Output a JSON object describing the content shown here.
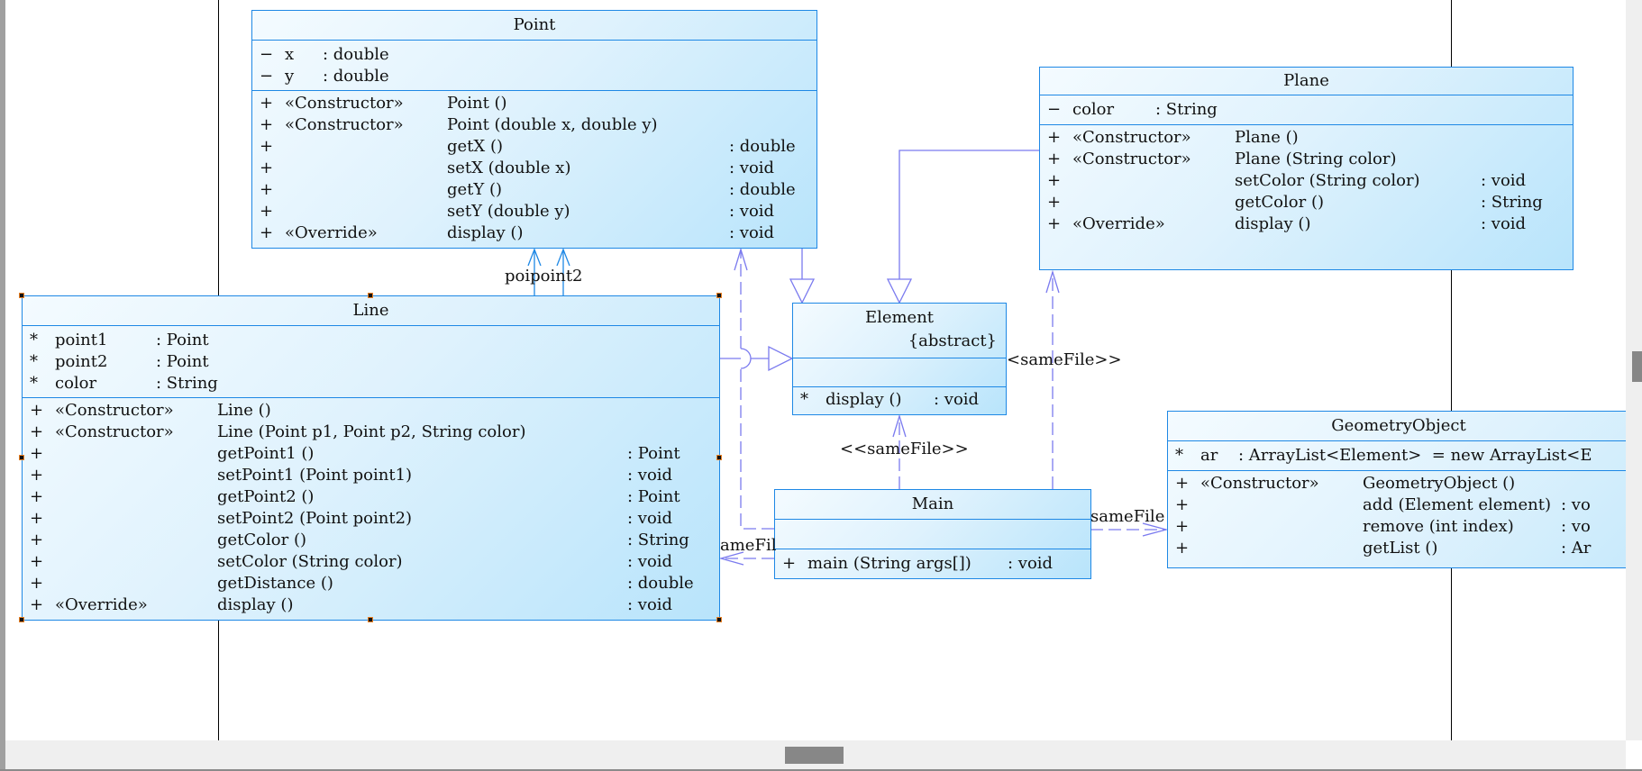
{
  "classes": {
    "point": {
      "name": "Point",
      "attributes": [
        {
          "vis": "−",
          "name": "x",
          "type": ": double"
        },
        {
          "vis": "−",
          "name": "y",
          "type": ": double"
        }
      ],
      "methods": [
        {
          "vis": "+",
          "stereo": "<<Constructor>>",
          "sig": "Point ()",
          "ret": ""
        },
        {
          "vis": "+",
          "stereo": "<<Constructor>>",
          "sig": "Point (double x, double y)",
          "ret": ""
        },
        {
          "vis": "+",
          "stereo": "",
          "sig": "getX ()",
          "ret": ": double"
        },
        {
          "vis": "+",
          "stereo": "",
          "sig": "setX (double x)",
          "ret": ": void"
        },
        {
          "vis": "+",
          "stereo": "",
          "sig": "getY ()",
          "ret": ": double"
        },
        {
          "vis": "+",
          "stereo": "",
          "sig": "setY (double y)",
          "ret": ": void"
        },
        {
          "vis": "+",
          "stereo": "<<Override>>",
          "sig": "display ()",
          "ret": ": void"
        }
      ]
    },
    "line": {
      "name": "Line",
      "attributes": [
        {
          "vis": "*",
          "name": "point1",
          "type": ": Point"
        },
        {
          "vis": "*",
          "name": "point2",
          "type": ": Point"
        },
        {
          "vis": "*",
          "name": "color",
          "type": ": String"
        }
      ],
      "methods": [
        {
          "vis": "+",
          "stereo": "<<Constructor>>",
          "sig": "Line ()",
          "ret": ""
        },
        {
          "vis": "+",
          "stereo": "<<Constructor>>",
          "sig": "Line (Point p1, Point p2, String color)",
          "ret": ""
        },
        {
          "vis": "+",
          "stereo": "",
          "sig": "getPoint1 ()",
          "ret": ": Point"
        },
        {
          "vis": "+",
          "stereo": "",
          "sig": "setPoint1 (Point point1)",
          "ret": ": void"
        },
        {
          "vis": "+",
          "stereo": "",
          "sig": "getPoint2 ()",
          "ret": ": Point"
        },
        {
          "vis": "+",
          "stereo": "",
          "sig": "setPoint2 (Point point2)",
          "ret": ": void"
        },
        {
          "vis": "+",
          "stereo": "",
          "sig": "getColor ()",
          "ret": ": String"
        },
        {
          "vis": "+",
          "stereo": "",
          "sig": "setColor (String color)",
          "ret": ": void"
        },
        {
          "vis": "+",
          "stereo": "",
          "sig": "getDistance ()",
          "ret": ": double"
        },
        {
          "vis": "+",
          "stereo": "<<Override>>",
          "sig": "display ()",
          "ret": ": void"
        }
      ]
    },
    "element": {
      "name": "Element",
      "modifier": "{abstract}",
      "attributes": [],
      "methods": [
        {
          "vis": "*",
          "stereo": "",
          "sig": "display ()",
          "ret": ": void"
        }
      ]
    },
    "plane": {
      "name": "Plane",
      "attributes": [
        {
          "vis": "−",
          "name": "color",
          "type": ": String"
        }
      ],
      "methods": [
        {
          "vis": "+",
          "stereo": "<<Constructor>>",
          "sig": "Plane ()",
          "ret": ""
        },
        {
          "vis": "+",
          "stereo": "<<Constructor>>",
          "sig": "Plane (String color)",
          "ret": ""
        },
        {
          "vis": "+",
          "stereo": "",
          "sig": "setColor (String color)",
          "ret": ": void"
        },
        {
          "vis": "+",
          "stereo": "",
          "sig": "getColor ()",
          "ret": ": String"
        },
        {
          "vis": "+",
          "stereo": "<<Override>>",
          "sig": "display ()",
          "ret": ": void"
        }
      ]
    },
    "main": {
      "name": "Main",
      "attributes": [],
      "methods": [
        {
          "vis": "+",
          "stereo": "",
          "sig": "main (String args[])",
          "ret": ": void"
        }
      ]
    },
    "geometry": {
      "name": "GeometryObject",
      "attributes": [
        {
          "vis": "*",
          "name": "ar",
          "type": ": ArrayList<Element>  = new ArrayList<E"
        }
      ],
      "methods": [
        {
          "vis": "+",
          "stereo": "<<Constructor>>",
          "sig": "GeometryObject ()",
          "ret": ""
        },
        {
          "vis": "+",
          "stereo": "",
          "sig": "add (Element element)",
          "ret": ": vo"
        },
        {
          "vis": "+",
          "stereo": "",
          "sig": "remove (int index)",
          "ret": ": vo"
        },
        {
          "vis": "+",
          "stereo": "",
          "sig": "getList ()",
          "ret": ": Ar"
        }
      ]
    }
  },
  "labels": {
    "line_point_assoc": "poipoint2",
    "element_samefile": "<sameFile>>",
    "main_element_samefile": "<<sameFile>>",
    "main_line_samefile": "ameFil",
    "main_geometry_samefile": "sameFile"
  },
  "colors": {
    "class_border": "#1e88e5",
    "connector": "#7b7bef",
    "assoc": "#1e88e5"
  }
}
